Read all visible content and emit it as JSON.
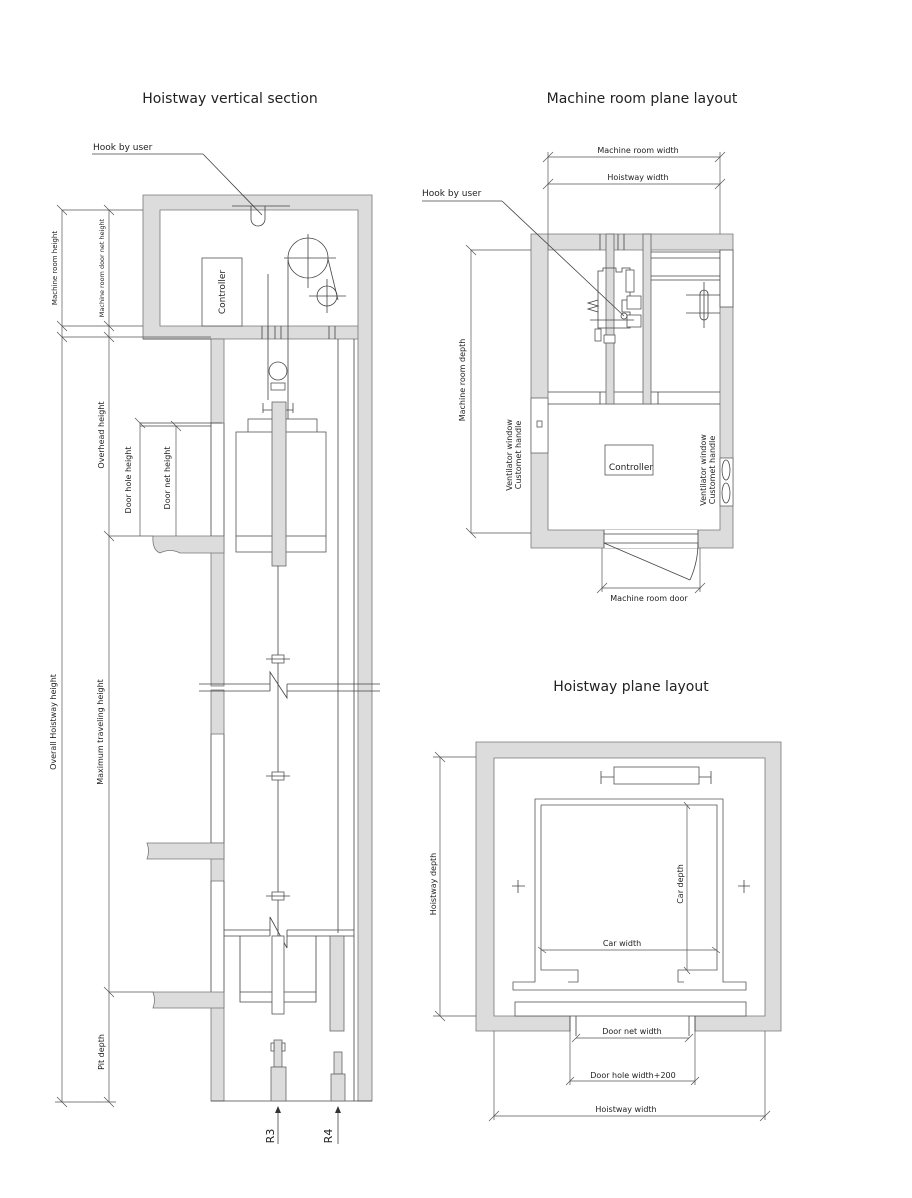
{
  "colors": {
    "wall_fill": "#dcdcdc",
    "line": "#444444",
    "background": "#ffffff"
  },
  "vertical_section": {
    "title": "Hoistway vertical section",
    "hook_label": "Hook by user",
    "controller_label": "Controller",
    "dims": {
      "machine_room_height": "Machine room height",
      "machine_room_door_net_height": "Machine room door net height",
      "overhead_height": "Overhead height",
      "door_hole_height": "Door hole height",
      "door_net_height": "Door net height",
      "overall_hoistway_height": "Overall Hoistway height",
      "maximum_traveling_height": "Maximum traveling height",
      "pit_depth": "Pit depth"
    },
    "reactions": [
      "R3",
      "R4"
    ]
  },
  "machine_room": {
    "title": "Machine room plane layout",
    "hook_label": "Hook by user",
    "controller_label": "Controller",
    "dims": {
      "machine_room_width": "Machine room width",
      "hoistway_width": "Hoistway width",
      "machine_room_depth": "Machine room depth",
      "machine_room_door": "Machine room door"
    },
    "left_window": {
      "line1": "Ventilator window",
      "line2": "Customet handle"
    },
    "right_window": {
      "line1": "Ventilator window",
      "line2": "Customet handle"
    }
  },
  "hoistway_plane": {
    "title": "Hoistway plane layout",
    "dims": {
      "hoistway_depth": "Hoistway depth",
      "car_depth": "Car depth",
      "car_width": "Car width",
      "door_net_width": "Door net width",
      "door_hole_width": "Door hole width+200",
      "hoistway_width": "Hoistway width"
    }
  }
}
